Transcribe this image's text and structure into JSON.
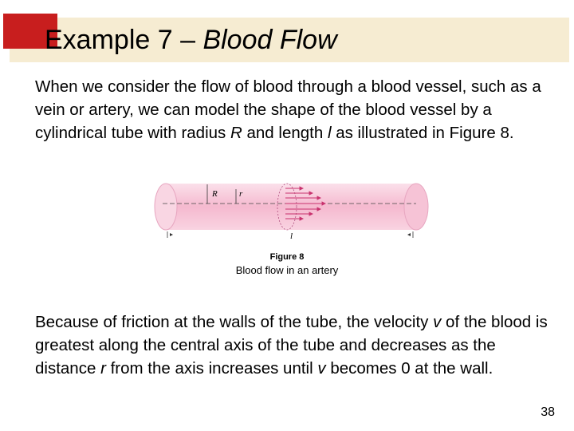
{
  "slide": {
    "title_main": "Example 7 – ",
    "title_emph": "Blood Flow",
    "para1": {
      "a": "When we consider the flow of blood through a blood vessel, such as a vein or artery, we can model the shape of the blood vessel by a cylindrical tube with radius ",
      "R": "R",
      "b": " and length ",
      "l": "l",
      "c": " as illustrated in Figure 8."
    },
    "figure": {
      "label_R": "R",
      "label_r": "r",
      "label_l": "l",
      "label": "Figure 8",
      "caption": "Blood flow in an artery"
    },
    "para2": {
      "a": "Because of friction at the walls of the tube, the velocity ",
      "v1": "v",
      "b": " of the blood is greatest along the central axis of the tube and decreases as the distance ",
      "r": "r",
      "c": " from the axis increases until ",
      "v2": "v",
      "d": " becomes 0 at the wall."
    },
    "page_number": "38"
  },
  "colors": {
    "title_band": "#f6ecd2",
    "title_accent": "#c81e1e",
    "tube": "#f7c7d8",
    "tube_edge": "#e7a6c0",
    "arrows": "#c8326e"
  }
}
